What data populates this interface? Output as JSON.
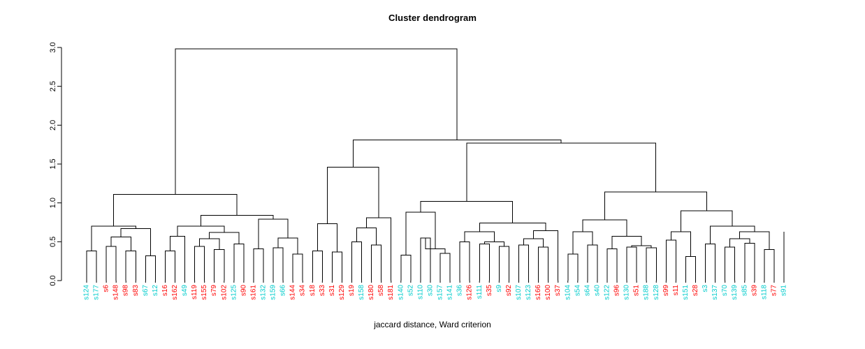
{
  "chart_data": {
    "type": "dendrogram",
    "title": "Cluster dendrogram",
    "xlabel": "jaccard distance, Ward criterion",
    "ylabel": "",
    "ylim": [
      0.0,
      3.0
    ],
    "yticks": [
      "0.0",
      "0.5",
      "1.0",
      "1.5",
      "2.0",
      "2.5",
      "3.0"
    ],
    "ytick_values": [
      0.0,
      0.5,
      1.0,
      1.5,
      2.0,
      2.5,
      3.0
    ],
    "grid": false,
    "legend": "none",
    "link_color": "#000000",
    "label_colors": {
      "group_a": "#00CCCC",
      "group_b": "#FF0000"
    },
    "leaves": [
      {
        "label": "s124",
        "color": "#00CCCC"
      },
      {
        "label": "s177",
        "color": "#00CCCC"
      },
      {
        "label": "s6",
        "color": "#FF0000"
      },
      {
        "label": "s148",
        "color": "#FF0000"
      },
      {
        "label": "s98",
        "color": "#FF0000"
      },
      {
        "label": "s83",
        "color": "#FF0000"
      },
      {
        "label": "s67",
        "color": "#00CCCC"
      },
      {
        "label": "s12",
        "color": "#00CCCC"
      },
      {
        "label": "s16",
        "color": "#FF0000"
      },
      {
        "label": "s162",
        "color": "#FF0000"
      },
      {
        "label": "s49",
        "color": "#00CCCC"
      },
      {
        "label": "s119",
        "color": "#FF0000"
      },
      {
        "label": "s155",
        "color": "#FF0000"
      },
      {
        "label": "s79",
        "color": "#FF0000"
      },
      {
        "label": "s102",
        "color": "#FF0000"
      },
      {
        "label": "s125",
        "color": "#00CCCC"
      },
      {
        "label": "s90",
        "color": "#FF0000"
      },
      {
        "label": "s161",
        "color": "#FF0000"
      },
      {
        "label": "s132",
        "color": "#00CCCC"
      },
      {
        "label": "s159",
        "color": "#00CCCC"
      },
      {
        "label": "s66",
        "color": "#00CCCC"
      },
      {
        "label": "s144",
        "color": "#FF0000"
      },
      {
        "label": "s34",
        "color": "#FF0000"
      },
      {
        "label": "s18",
        "color": "#FF0000"
      },
      {
        "label": "s33",
        "color": "#FF0000"
      },
      {
        "label": "s31",
        "color": "#FF0000"
      },
      {
        "label": "s129",
        "color": "#FF0000"
      },
      {
        "label": "s19",
        "color": "#FF0000"
      },
      {
        "label": "s158",
        "color": "#00CCCC"
      },
      {
        "label": "s180",
        "color": "#FF0000"
      },
      {
        "label": "s58",
        "color": "#FF0000"
      },
      {
        "label": "s181",
        "color": "#FF0000"
      },
      {
        "label": "s140",
        "color": "#00CCCC"
      },
      {
        "label": "s52",
        "color": "#00CCCC"
      },
      {
        "label": "s110",
        "color": "#00CCCC"
      },
      {
        "label": "s30",
        "color": "#00CCCC"
      },
      {
        "label": "s157",
        "color": "#00CCCC"
      },
      {
        "label": "s141",
        "color": "#00CCCC"
      },
      {
        "label": "s36",
        "color": "#00CCCC"
      },
      {
        "label": "s126",
        "color": "#FF0000"
      },
      {
        "label": "s111",
        "color": "#00CCCC"
      },
      {
        "label": "s35",
        "color": "#FF0000"
      },
      {
        "label": "s9",
        "color": "#00CCCC"
      },
      {
        "label": "s92",
        "color": "#FF0000"
      },
      {
        "label": "s107",
        "color": "#00CCCC"
      },
      {
        "label": "s123",
        "color": "#00CCCC"
      },
      {
        "label": "s166",
        "color": "#FF0000"
      },
      {
        "label": "s100",
        "color": "#FF0000"
      },
      {
        "label": "s37",
        "color": "#FF0000"
      },
      {
        "label": "s104",
        "color": "#00CCCC"
      },
      {
        "label": "s54",
        "color": "#00CCCC"
      },
      {
        "label": "s64",
        "color": "#00CCCC"
      },
      {
        "label": "s40",
        "color": "#00CCCC"
      },
      {
        "label": "s122",
        "color": "#00CCCC"
      },
      {
        "label": "s96",
        "color": "#FF0000"
      },
      {
        "label": "s130",
        "color": "#00CCCC"
      },
      {
        "label": "s51",
        "color": "#FF0000"
      },
      {
        "label": "s188",
        "color": "#00CCCC"
      },
      {
        "label": "s128",
        "color": "#00CCCC"
      },
      {
        "label": "s99",
        "color": "#FF0000"
      },
      {
        "label": "s11",
        "color": "#FF0000"
      },
      {
        "label": "s151",
        "color": "#00CCCC"
      },
      {
        "label": "s28",
        "color": "#FF0000"
      },
      {
        "label": "s3",
        "color": "#00CCCC"
      },
      {
        "label": "s137",
        "color": "#00CCCC"
      },
      {
        "label": "s70",
        "color": "#00CCCC"
      },
      {
        "label": "s139",
        "color": "#00CCCC"
      },
      {
        "label": "s85",
        "color": "#00CCCC"
      },
      {
        "label": "s39",
        "color": "#FF0000"
      },
      {
        "label": "s118",
        "color": "#00CCCC"
      },
      {
        "label": "s77",
        "color": "#FF0000"
      },
      {
        "label": "s91",
        "color": "#00CCCC"
      }
    ],
    "merges": [
      {
        "id": "m1",
        "left": "s124",
        "right": "s177",
        "height": 0.38
      },
      {
        "id": "m2",
        "left": "s6",
        "right": "s148",
        "height": 0.44
      },
      {
        "id": "m3",
        "left": "s98",
        "right": "s83",
        "height": 0.38
      },
      {
        "id": "m4",
        "left": "m2",
        "right": "m3",
        "height": 0.56
      },
      {
        "id": "m5",
        "left": "s67",
        "right": "s12",
        "height": 0.32
      },
      {
        "id": "m6",
        "left": "m4",
        "right": "m5",
        "height": 0.67
      },
      {
        "id": "m7",
        "left": "m1",
        "right": "m6",
        "height": 0.7
      },
      {
        "id": "m8",
        "left": "s16",
        "right": "s162",
        "height": 0.38
      },
      {
        "id": "m9",
        "left": "m8",
        "right": "s49",
        "height": 0.57
      },
      {
        "id": "m10",
        "left": "s119",
        "right": "s155",
        "height": 0.44
      },
      {
        "id": "m11",
        "left": "s79",
        "right": "s102",
        "height": 0.4
      },
      {
        "id": "m12",
        "left": "m10",
        "right": "m11",
        "height": 0.54
      },
      {
        "id": "m13",
        "left": "s125",
        "right": "s90",
        "height": 0.47
      },
      {
        "id": "m14",
        "left": "m12",
        "right": "m13",
        "height": 0.62
      },
      {
        "id": "m15",
        "left": "m9",
        "right": "m14",
        "height": 0.7
      },
      {
        "id": "m16",
        "left": "s161",
        "right": "s132",
        "height": 0.41
      },
      {
        "id": "m17",
        "left": "s159",
        "right": "s66",
        "height": 0.42
      },
      {
        "id": "m18",
        "left": "s144",
        "right": "s34",
        "height": 0.34
      },
      {
        "id": "m19",
        "left": "m17",
        "right": "m18",
        "height": 0.55
      },
      {
        "id": "m20",
        "left": "m16",
        "right": "m19",
        "height": 0.79
      },
      {
        "id": "m21",
        "left": "m15",
        "right": "m20",
        "height": 0.84
      },
      {
        "id": "m22",
        "left": "m7",
        "right": "m21",
        "height": 1.11
      },
      {
        "id": "m23",
        "left": "s18",
        "right": "s33",
        "height": 0.38
      },
      {
        "id": "m24",
        "left": "s31",
        "right": "s129",
        "height": 0.37
      },
      {
        "id": "m25",
        "left": "m23",
        "right": "m24",
        "height": 0.73
      },
      {
        "id": "m26",
        "left": "s19",
        "right": "s158",
        "height": 0.5
      },
      {
        "id": "m27",
        "left": "s180",
        "right": "s58",
        "height": 0.46
      },
      {
        "id": "m28",
        "left": "m26",
        "right": "m27",
        "height": 0.68
      },
      {
        "id": "m29",
        "left": "m28",
        "right": "s181",
        "height": 0.81
      },
      {
        "id": "m30",
        "left": "m25",
        "right": "m29",
        "height": 1.46
      },
      {
        "id": "m31",
        "left": "s140",
        "right": "s52",
        "height": 0.33
      },
      {
        "id": "m32",
        "left": "s110",
        "right": "s30",
        "height": 0.55
      },
      {
        "id": "m33",
        "left": "s157",
        "right": "s141",
        "height": 0.35
      },
      {
        "id": "m34",
        "left": "m32",
        "right": "m33",
        "height": 0.41
      },
      {
        "id": "m35",
        "left": "m31",
        "right": "m34",
        "height": 0.88
      },
      {
        "id": "m36",
        "left": "s36",
        "right": "s126",
        "height": 0.5
      },
      {
        "id": "m37",
        "left": "s111",
        "right": "s35",
        "height": 0.47
      },
      {
        "id": "m38",
        "left": "s9",
        "right": "s92",
        "height": 0.44
      },
      {
        "id": "m39",
        "left": "m37",
        "right": "m38",
        "height": 0.5
      },
      {
        "id": "m40",
        "left": "m36",
        "right": "m39",
        "height": 0.63
      },
      {
        "id": "m41",
        "left": "s107",
        "right": "s123",
        "height": 0.46
      },
      {
        "id": "m42",
        "left": "s166",
        "right": "s100",
        "height": 0.43
      },
      {
        "id": "m43",
        "left": "m41",
        "right": "m42",
        "height": 0.54
      },
      {
        "id": "m44",
        "left": "m43",
        "right": "s37",
        "height": 0.64
      },
      {
        "id": "m45",
        "left": "m40",
        "right": "m44",
        "height": 0.74
      },
      {
        "id": "m46",
        "left": "m35",
        "right": "m45",
        "height": 1.02
      },
      {
        "id": "m47",
        "left": "s104",
        "right": "s54",
        "height": 0.34
      },
      {
        "id": "m48",
        "left": "s64",
        "right": "s40",
        "height": 0.46
      },
      {
        "id": "m49",
        "left": "m47",
        "right": "m48",
        "height": 0.63
      },
      {
        "id": "m50",
        "left": "s122",
        "right": "s96",
        "height": 0.41
      },
      {
        "id": "m51",
        "left": "s130",
        "right": "s51",
        "height": 0.43
      },
      {
        "id": "m52",
        "left": "s188",
        "right": "s128",
        "height": 0.42
      },
      {
        "id": "m53",
        "left": "m51",
        "right": "m52",
        "height": 0.45
      },
      {
        "id": "m54",
        "left": "m50",
        "right": "m53",
        "height": 0.57
      },
      {
        "id": "m55",
        "left": "m49",
        "right": "m54",
        "height": 0.78
      },
      {
        "id": "m56",
        "left": "s99",
        "right": "s11",
        "height": 0.52
      },
      {
        "id": "m57",
        "left": "s151",
        "right": "s28",
        "height": 0.31
      },
      {
        "id": "m58",
        "left": "m56",
        "right": "m57",
        "height": 0.63
      },
      {
        "id": "m59",
        "left": "s3",
        "right": "s137",
        "height": 0.47
      },
      {
        "id": "m60",
        "left": "s70",
        "right": "s139",
        "height": 0.43
      },
      {
        "id": "m61",
        "left": "s85",
        "right": "s39",
        "height": 0.48
      },
      {
        "id": "m62",
        "left": "m60",
        "right": "m61",
        "height": 0.54
      },
      {
        "id": "m63",
        "left": "s118",
        "right": "s77",
        "height": 0.4
      },
      {
        "id": "m64",
        "left": "m62",
        "right": "m63",
        "height": 0.63
      },
      {
        "id": "m65",
        "left": "m59",
        "right": "m64",
        "height": 0.7
      },
      {
        "id": "m66",
        "left": "m58",
        "right": "m65",
        "height": 0.9
      },
      {
        "id": "m67",
        "left": "m55",
        "right": "m66",
        "height": 1.14
      },
      {
        "id": "m68",
        "left": "m46",
        "right": "m67",
        "height": 1.77
      },
      {
        "id": "m69",
        "left": "m30",
        "right": "m68",
        "height": 1.81
      },
      {
        "id": "m70",
        "left": "m22",
        "right": "m69",
        "height": 2.98
      }
    ],
    "orphan_leaves": [
      "s91"
    ],
    "extra_merge": {
      "id": "m71",
      "left": "m65",
      "right": "s91",
      "height": 0.63
    }
  }
}
